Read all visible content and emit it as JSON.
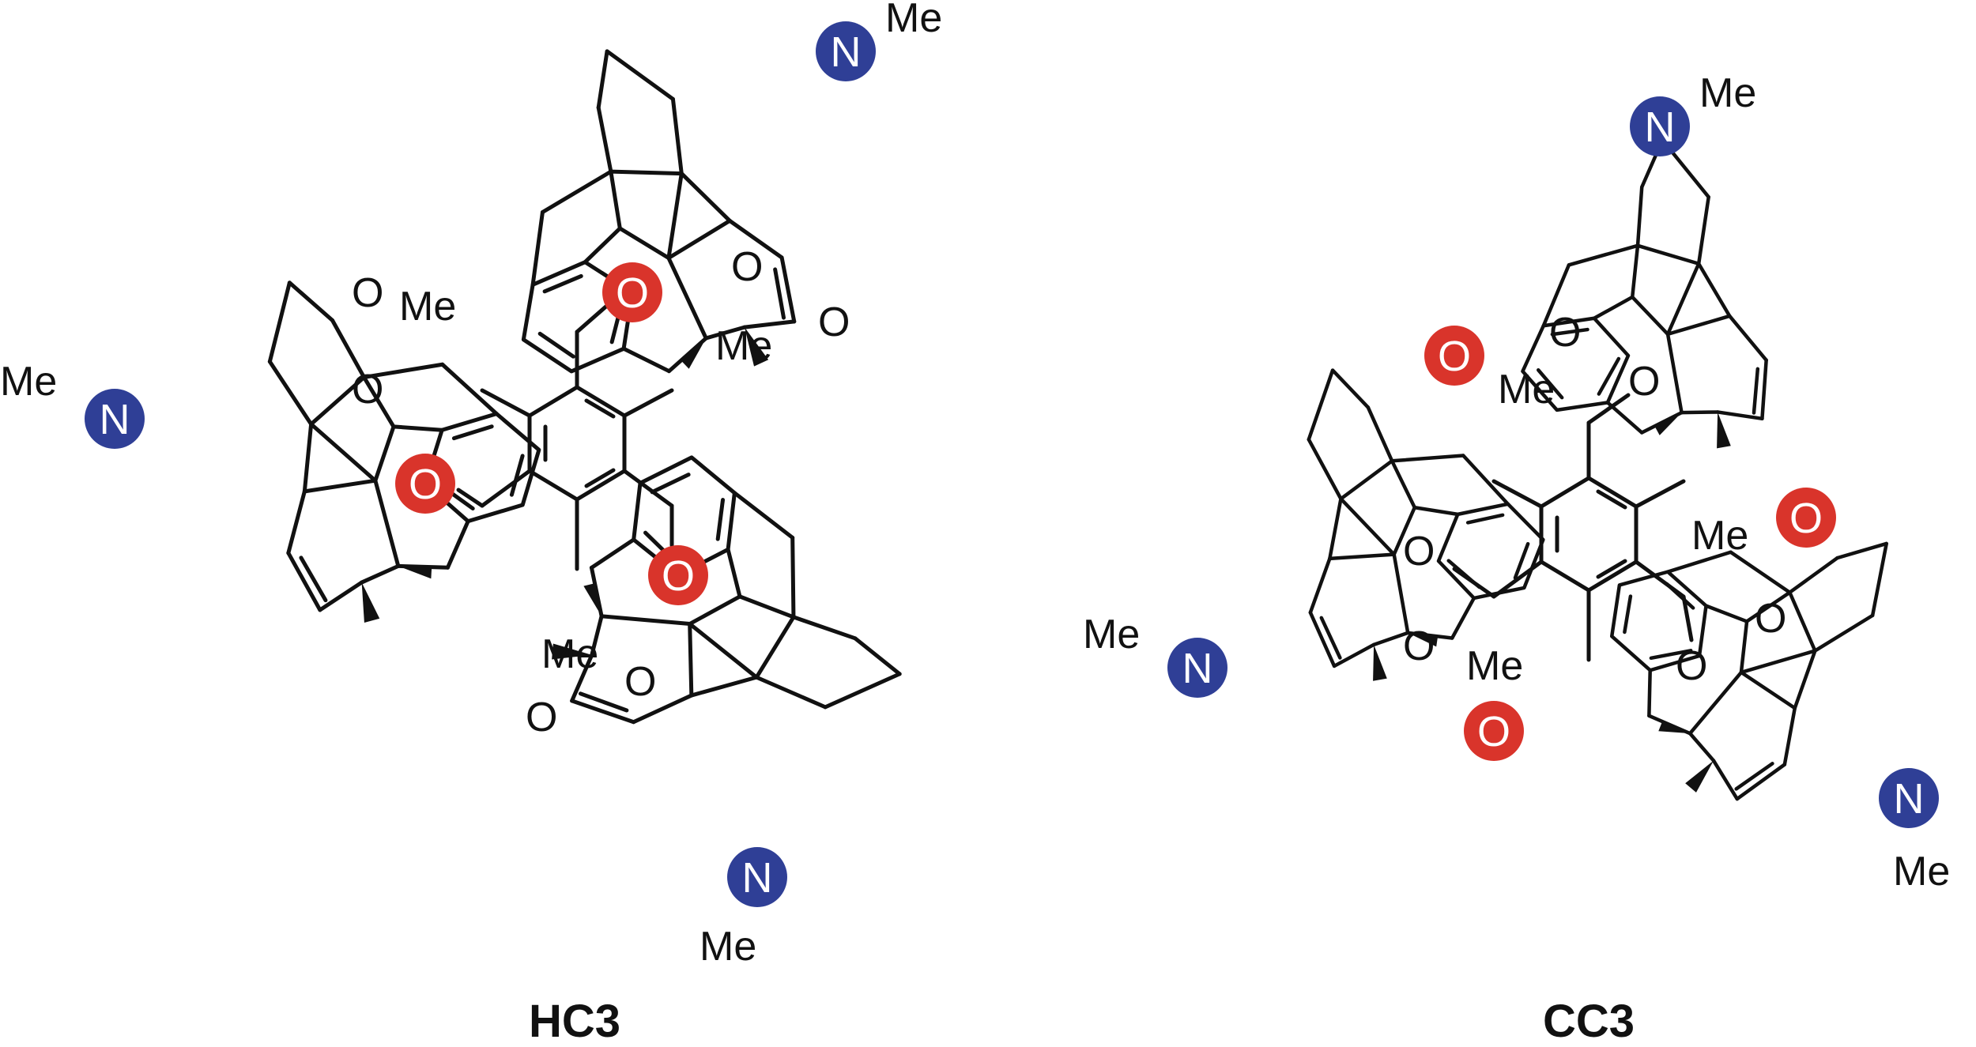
{
  "colors": {
    "bond": "#111111",
    "nitrogen_highlight": "#2f3f96",
    "oxygen_highlight": "#d9342b",
    "atom_text": "#ffffff",
    "background": "#ffffff"
  },
  "atoms": {
    "nitrogen": "N",
    "oxygen": "O",
    "methyl": "Me"
  },
  "structures": [
    {
      "id": "hc3",
      "caption": "HC3"
    },
    {
      "id": "cc3",
      "caption": "CC3"
    }
  ]
}
